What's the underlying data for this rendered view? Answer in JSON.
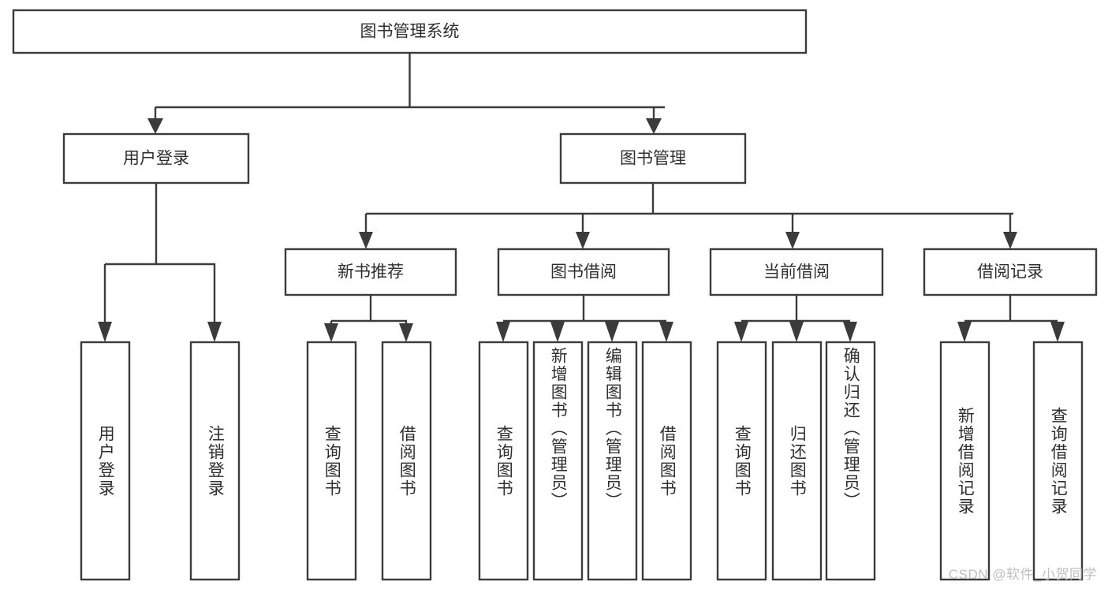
{
  "diagram": {
    "type": "hierarchy-tree",
    "title_node": {
      "label": "图书管理系统"
    },
    "level2": [
      {
        "id": "user-login",
        "label": "用户登录"
      },
      {
        "id": "book-management",
        "label": "图书管理"
      }
    ],
    "level3": [
      {
        "id": "new-book-recommend",
        "label": "新书推荐",
        "parent": "book-management"
      },
      {
        "id": "book-borrow",
        "label": "图书借阅",
        "parent": "book-management"
      },
      {
        "id": "current-borrow",
        "label": "当前借阅",
        "parent": "book-management"
      },
      {
        "id": "borrow-record",
        "label": "借阅记录",
        "parent": "book-management"
      }
    ],
    "leaves": {
      "user_login": [
        {
          "id": "leaf-user-login",
          "label": "用户登录"
        },
        {
          "id": "leaf-logout-login",
          "label": "注销登录"
        }
      ],
      "new_book_recommend": [
        {
          "id": "leaf-query-book-1",
          "label": "查询图书"
        },
        {
          "id": "leaf-borrow-book-1",
          "label": "借阅图书"
        }
      ],
      "book_borrow": [
        {
          "id": "leaf-query-book-2",
          "label": "查询图书"
        },
        {
          "id": "leaf-add-book",
          "label": "新增图书（管理员）"
        },
        {
          "id": "leaf-edit-book",
          "label": "编辑图书（管理员）"
        },
        {
          "id": "leaf-borrow-book-2",
          "label": "借阅图书"
        }
      ],
      "current_borrow": [
        {
          "id": "leaf-query-book-3",
          "label": "查询图书"
        },
        {
          "id": "leaf-return-book",
          "label": "归还图书"
        },
        {
          "id": "leaf-confirm-return",
          "label": "确认归还（管理员）"
        }
      ],
      "borrow_record": [
        {
          "id": "leaf-add-record",
          "label": "新增借阅记录"
        },
        {
          "id": "leaf-query-record",
          "label": "查询借阅记录"
        }
      ]
    }
  },
  "watermark": {
    "text": "CSDN @软件_小贺同学"
  },
  "colors": {
    "stroke": "#3b3b3b",
    "box_fill": "#ffffff",
    "text": "#2f2f2f",
    "watermark": "#bfbfbf",
    "background": "#ffffff"
  }
}
